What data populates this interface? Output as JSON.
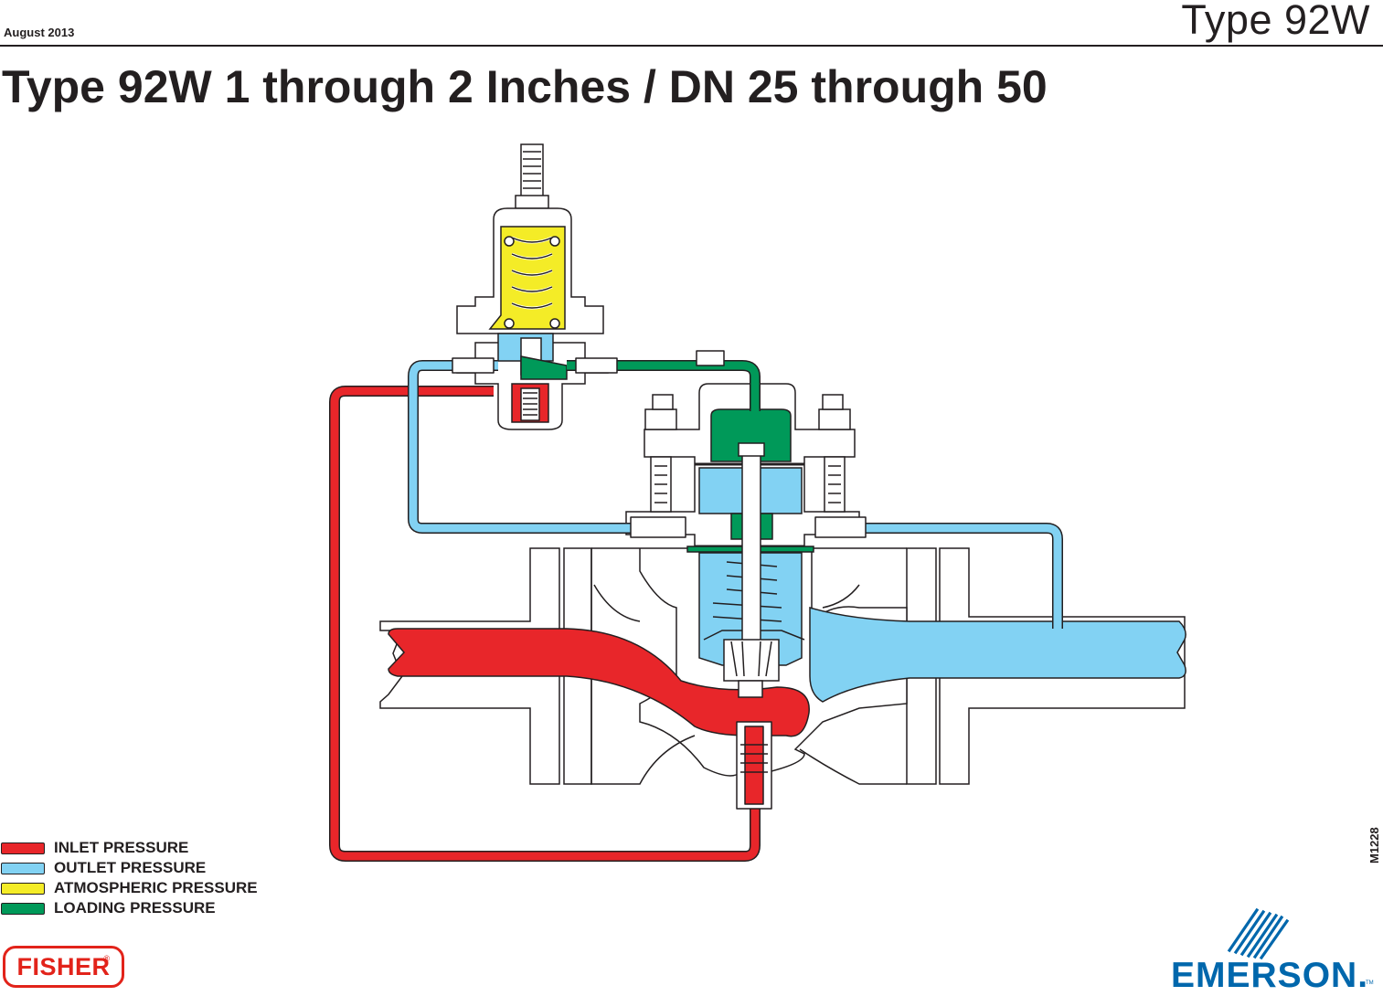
{
  "header": {
    "date": "August 2013",
    "doc_type": "Type 92W"
  },
  "title": "Type 92W 1 through 2 Inches / DN 25 through 50",
  "colors": {
    "inlet": "#e8262a",
    "outlet": "#82d2f3",
    "atmospheric": "#f4ec27",
    "loading": "#009959",
    "outline": "#231f20",
    "fisher_red": "#e2231a",
    "emerson_blue": "#0067ac"
  },
  "legend": [
    {
      "label": "INLET PRESSURE",
      "color": "#e8262a"
    },
    {
      "label": "OUTLET PRESSURE",
      "color": "#82d2f3"
    },
    {
      "label": "ATMOSPHERIC PRESSURE",
      "color": "#f4ec27"
    },
    {
      "label": "LOADING PRESSURE",
      "color": "#009959"
    }
  ],
  "figure_number": "M1228",
  "logos": {
    "fisher": "FISHER",
    "fisher_mark": "®",
    "emerson": "EMERSON.",
    "emerson_tm": "TM"
  },
  "icons": {
    "emerson": "emerson-logo-icon",
    "fisher": "fisher-logo-icon"
  }
}
